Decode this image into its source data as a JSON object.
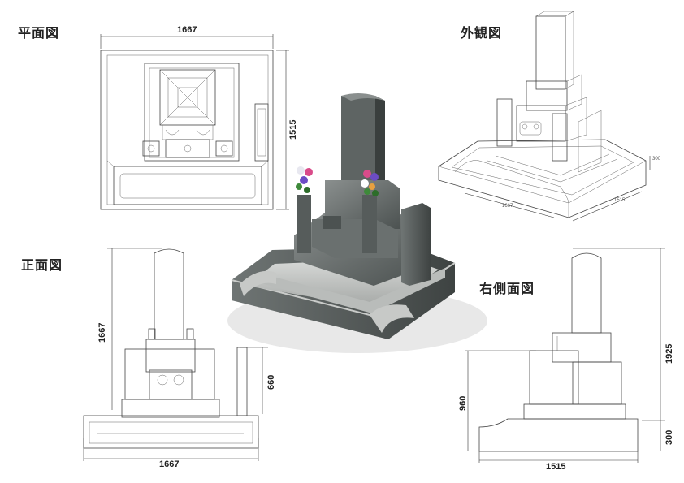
{
  "views": {
    "plan": {
      "title": "平面図"
    },
    "exterior": {
      "title": "外観図"
    },
    "front": {
      "title": "正面図"
    },
    "right_side": {
      "title": "右側面図"
    }
  },
  "dimensions": {
    "plan_width": "1667",
    "plan_depth": "1515",
    "exterior_height": "300",
    "exterior_width": "1667",
    "exterior_depth": "1515",
    "front_height": "1667",
    "front_width": "1667",
    "front_vase_height": "660",
    "side_height": "1925",
    "side_base_height": "300",
    "side_body_height": "960",
    "side_depth": "1515"
  }
}
